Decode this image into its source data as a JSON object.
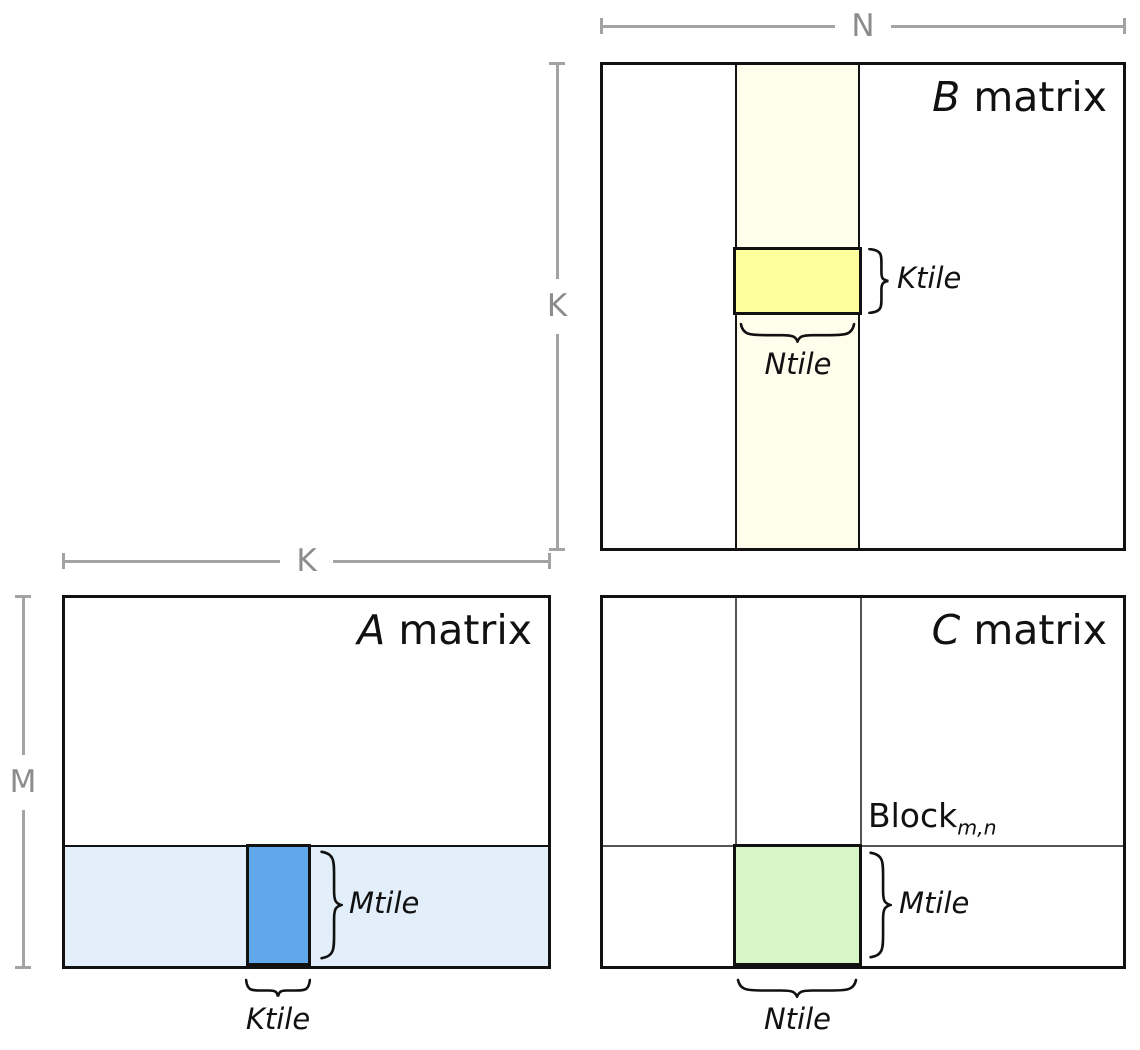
{
  "dims": {
    "n": "N",
    "k_right": "K",
    "k_left": "K",
    "m": "M"
  },
  "matrices": {
    "b": {
      "letter": "B",
      "word": " matrix",
      "ktile_label": "Ktile",
      "ntile_label": "Ntile"
    },
    "a": {
      "letter": "A",
      "word": " matrix",
      "mtile_label": "Mtile",
      "ktile_label": "Ktile"
    },
    "c": {
      "letter": "C",
      "word": " matrix",
      "mtile_label": "Mtile",
      "ntile_label": "Ntile",
      "block_label": "Block",
      "block_subscript": "m,n"
    }
  },
  "colors": {
    "matrix_border": "#111111",
    "dim_line": "#a3a3a3",
    "dim_text": "#8c8c8c",
    "b_strip_fill": "#fffdec",
    "b_tile_fill": "#feff9d",
    "a_strip_fill": "#e3eefb",
    "a_tile_fill": "#60a8e9",
    "c_tile_fill": "#d8f5c8"
  }
}
